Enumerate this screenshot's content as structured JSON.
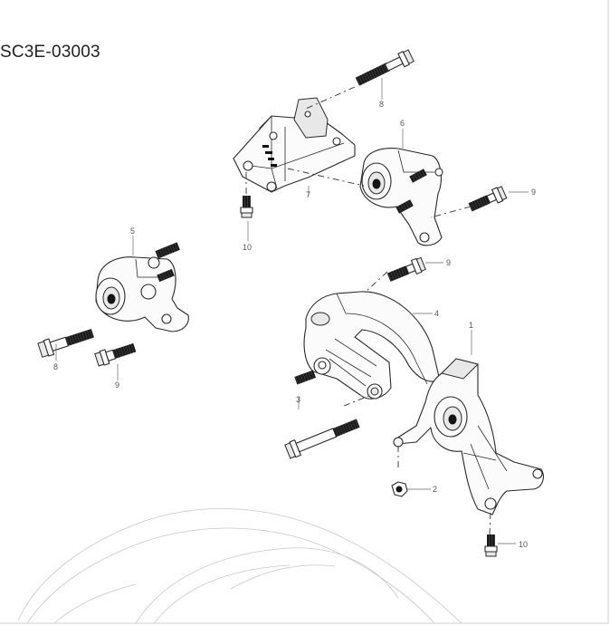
{
  "diagram": {
    "reference_code": "SC3E-03003",
    "callouts": [
      {
        "id": "c1",
        "label": "1"
      },
      {
        "id": "c2",
        "label": "2"
      },
      {
        "id": "c3",
        "label": "3"
      },
      {
        "id": "c4",
        "label": "4"
      },
      {
        "id": "c5",
        "label": "5"
      },
      {
        "id": "c6",
        "label": "6"
      },
      {
        "id": "c7",
        "label": "7"
      },
      {
        "id": "c8a",
        "label": "8"
      },
      {
        "id": "c8b",
        "label": "8"
      },
      {
        "id": "c9a",
        "label": "9"
      },
      {
        "id": "c9b",
        "label": "9"
      },
      {
        "id": "c9c",
        "label": "9"
      },
      {
        "id": "c10a",
        "label": "10"
      },
      {
        "id": "c10b",
        "label": "10"
      }
    ]
  }
}
